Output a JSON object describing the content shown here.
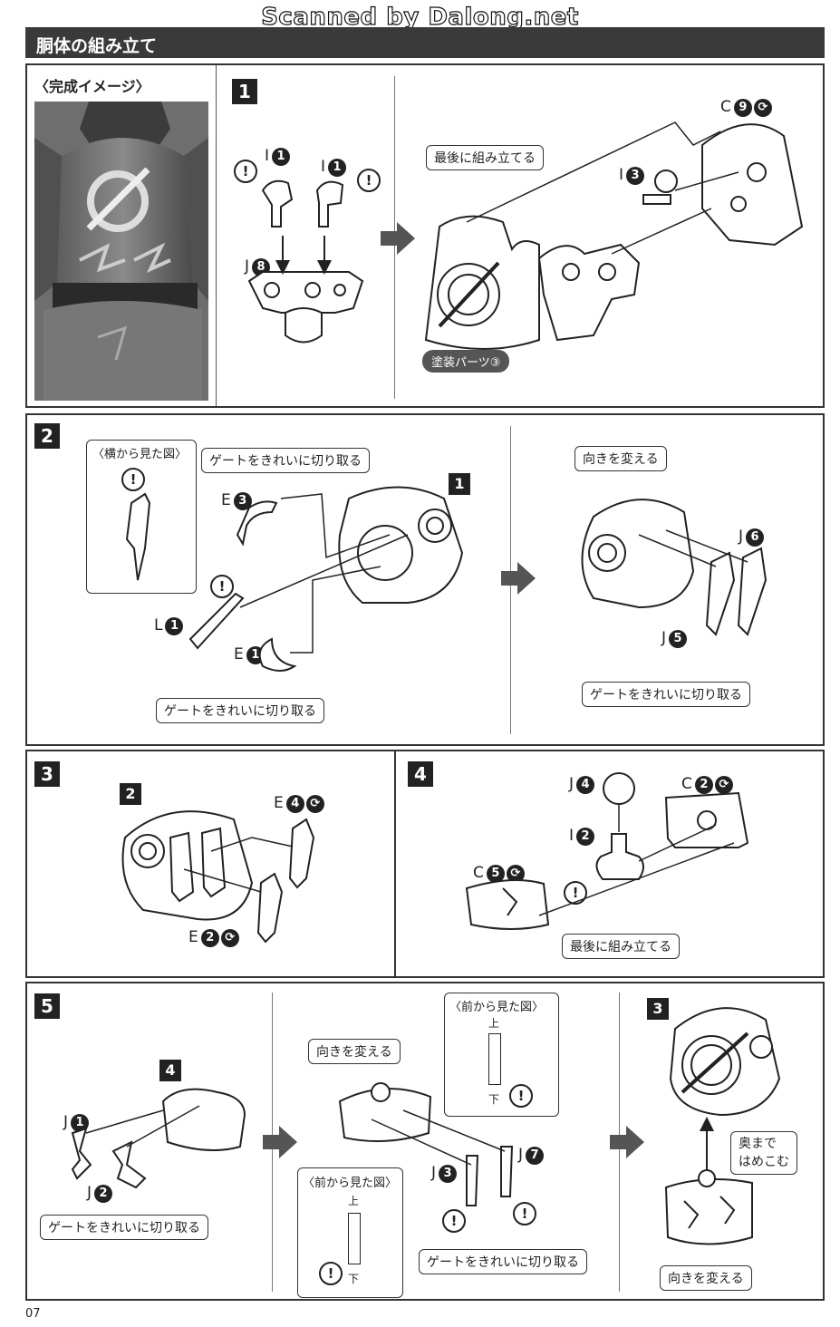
{
  "watermark": "Scanned by Dalong.net",
  "header": {
    "title": "胴体の組み立て"
  },
  "completed_image": {
    "label": "〈完成イメージ〉"
  },
  "step1": {
    "number": "1",
    "parts": {
      "i1a": "I",
      "i1b": "I",
      "j8": "J",
      "c9": "C",
      "i3": "I"
    },
    "nums": {
      "i1a": "1",
      "i1b": "1",
      "j8": "8",
      "c9": "9",
      "i3": "3"
    },
    "label_assemble_last": "最後に組み立てる",
    "painted_parts": "塗装パーツ③"
  },
  "step2": {
    "number": "2",
    "side_view": "〈横から見た図〉",
    "gate_label_1": "ゲートをきれいに切り取る",
    "gate_label_2": "ゲートをきれいに切り取る",
    "gate_label_3": "ゲートをきれいに切り取る",
    "ref": "1",
    "turn_label": "向きを変える",
    "parts": {
      "e3": "E",
      "l1": "L",
      "e1": "E",
      "j6": "J",
      "j5": "J"
    },
    "nums": {
      "e3": "3",
      "l1": "1",
      "e1": "1",
      "j6": "6",
      "j5": "5"
    }
  },
  "step3": {
    "number": "3",
    "ref": "2",
    "parts": {
      "e4": "E",
      "e2": "E"
    },
    "nums": {
      "e4": "4",
      "e2": "2"
    }
  },
  "step4": {
    "number": "4",
    "parts": {
      "j4": "J",
      "c2": "C",
      "i2": "I",
      "c5": "C"
    },
    "nums": {
      "j4": "4",
      "c2": "2",
      "i2": "2",
      "c5": "5"
    },
    "label_assemble_last": "最後に組み立てる"
  },
  "step5": {
    "number": "5",
    "ref4": "4",
    "ref3": "3",
    "parts": {
      "j1": "J",
      "j2": "J",
      "j3": "J",
      "j7": "J"
    },
    "nums": {
      "j1": "1",
      "j2": "2",
      "j3": "3",
      "j7": "7"
    },
    "gate_label_1": "ゲートをきれいに切り取る",
    "gate_label_2": "ゲートをきれいに切り取る",
    "turn_label_1": "向きを変える",
    "turn_label_2": "向きを変える",
    "front_view_1": "〈前から見た図〉",
    "front_view_2": "〈前から見た図〉",
    "up": "上",
    "down": "下",
    "up2": "上",
    "down2": "下",
    "push_in_1": "奥まで",
    "push_in_2": "はめこむ"
  },
  "page_number": "07"
}
